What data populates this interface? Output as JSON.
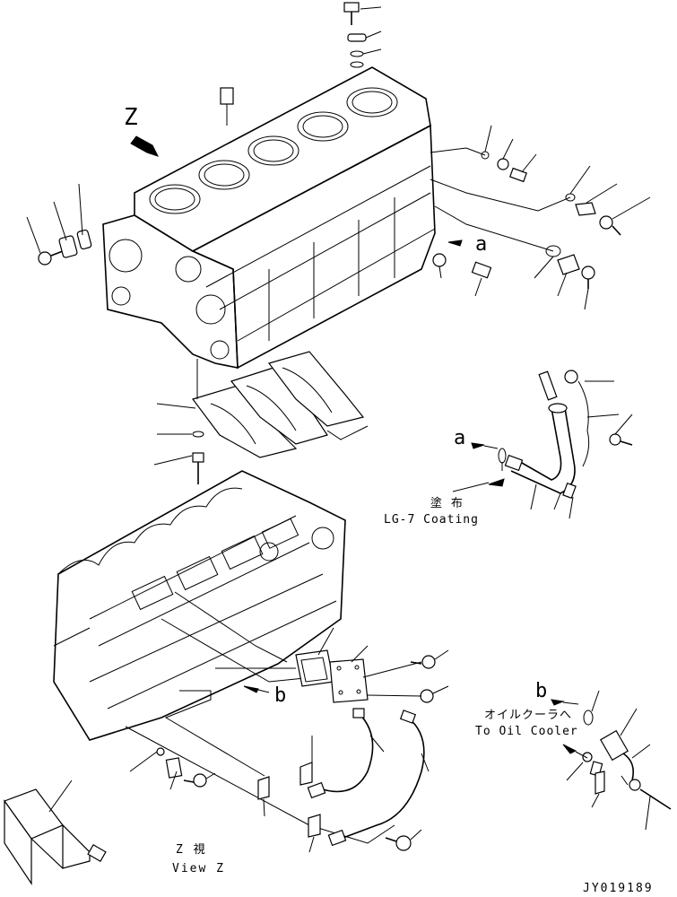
{
  "labels": {
    "view_marker": "Z",
    "ref_a_upper": "a",
    "ref_a_lower": "a",
    "ref_b_upper": "b",
    "ref_b_lower": "b",
    "coating_jp": "塗 布",
    "coating_en": "LG-7 Coating",
    "oil_cooler_jp": "オイルクーラへ",
    "oil_cooler_en": "To Oil Cooler",
    "view_z_jp": "Z 視",
    "view_z_en": "View Z",
    "drawing_number": "JY019189"
  }
}
